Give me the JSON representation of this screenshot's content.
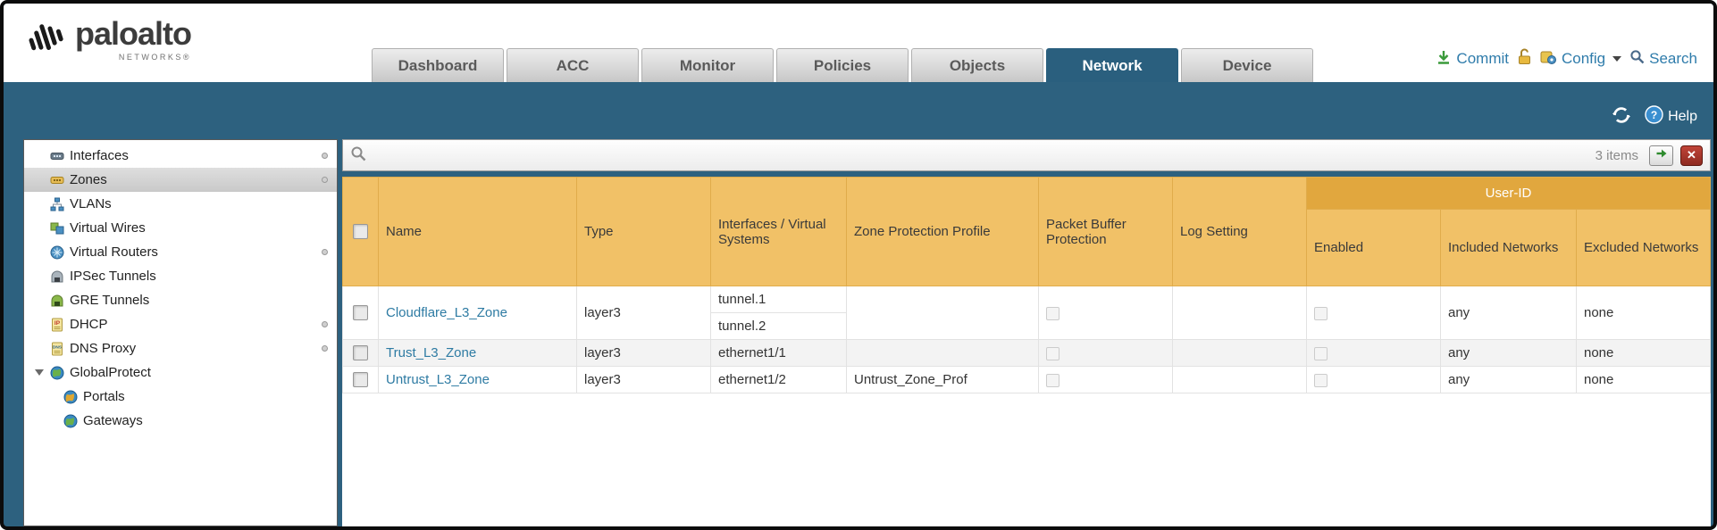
{
  "brand": {
    "name": "paloalto",
    "sub": "NETWORKS®"
  },
  "nav_tabs": [
    {
      "label": "Dashboard"
    },
    {
      "label": "ACC"
    },
    {
      "label": "Monitor"
    },
    {
      "label": "Policies"
    },
    {
      "label": "Objects"
    },
    {
      "label": "Network"
    },
    {
      "label": "Device"
    }
  ],
  "header_actions": {
    "commit": "Commit",
    "config": "Config",
    "search": "Search"
  },
  "band": {
    "help": "Help"
  },
  "sidebar": {
    "items": [
      {
        "label": "Interfaces"
      },
      {
        "label": "Zones"
      },
      {
        "label": "VLANs"
      },
      {
        "label": "Virtual Wires"
      },
      {
        "label": "Virtual Routers"
      },
      {
        "label": "IPSec Tunnels"
      },
      {
        "label": "GRE Tunnels"
      },
      {
        "label": "DHCP"
      },
      {
        "label": "DNS Proxy"
      },
      {
        "label": "GlobalProtect"
      }
    ],
    "children": [
      {
        "label": "Portals"
      },
      {
        "label": "Gateways"
      }
    ]
  },
  "filter": {
    "query": "",
    "items_count": "3 items"
  },
  "table": {
    "group_header": "User-ID",
    "columns": {
      "name": "Name",
      "type": "Type",
      "interfaces": "Interfaces / Virtual Systems",
      "zone_protection": "Zone Protection Profile",
      "packet_buffer": "Packet Buffer Protection",
      "log_setting": "Log Setting",
      "enabled": "Enabled",
      "included": "Included Networks",
      "excluded": "Excluded Networks"
    },
    "rows": [
      {
        "name": "Cloudflare_L3_Zone",
        "type": "layer3",
        "interfaces": [
          "tunnel.1",
          "tunnel.2"
        ],
        "zone_protection": "",
        "log_setting": "",
        "included": "any",
        "excluded": "none"
      },
      {
        "name": "Trust_L3_Zone",
        "type": "layer3",
        "interfaces": [
          "ethernet1/1"
        ],
        "zone_protection": "",
        "log_setting": "",
        "included": "any",
        "excluded": "none"
      },
      {
        "name": "Untrust_L3_Zone",
        "type": "layer3",
        "interfaces": [
          "ethernet1/2"
        ],
        "zone_protection": "Untrust_Zone_Prof",
        "log_setting": "",
        "included": "any",
        "excluded": "none"
      }
    ]
  },
  "colors": {
    "accent_teal": "#2d617f",
    "header_orange": "#f1c167",
    "group_orange": "#e1a73e",
    "link": "#2e7ba3"
  }
}
